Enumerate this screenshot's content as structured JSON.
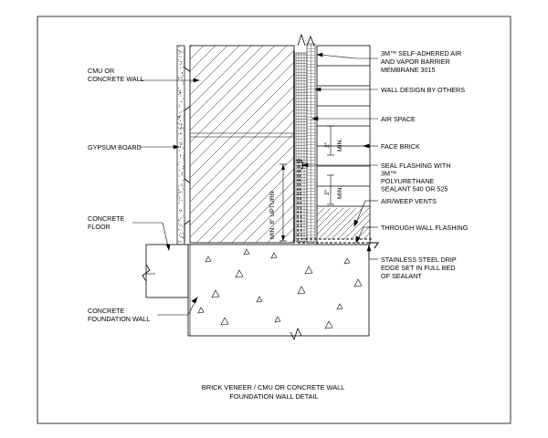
{
  "left_labels": {
    "cmu_wall": [
      "CMU OR",
      "CONCRETE WALL"
    ],
    "gypsum": "GYPSUM BOARD",
    "concrete_floor": [
      "CONCRETE",
      "FLOOR"
    ],
    "foundation": [
      "CONCRETE",
      "FOUNDATION WALL"
    ]
  },
  "right_labels": {
    "membrane": [
      "3M™ SELF-ADHERED AIR",
      "AND VAPOR BARRIER",
      "MEMBRANE 3015"
    ],
    "wall_design": "WALL DESIGN BY OTHERS",
    "air_space": "AIR SPACE",
    "face_brick": "FACE BRICK",
    "seal_flashing": [
      "SEAL FLASHING WITH",
      "3M™",
      "POLYURETHANE",
      "SEALANT 540 OR 525"
    ],
    "weep_vents": "AIR/WEEP VENTS",
    "through_wall": "THROUGH WALL FLASHING",
    "drip_edge": [
      "STAINLESS STEEL DRIP",
      "EDGE SET IN FULL BED",
      "OF SEALANT"
    ]
  },
  "dimensions": {
    "upturn": "MIN. 8\" UPTURN",
    "upper_two_inch": "2\"",
    "upper_min": "MIN.",
    "lower_two_inch": "2\"",
    "lower_min": "MIN."
  },
  "title": [
    "BRICK VENEER / CMU OR CONCRETE WALL",
    "FOUNDATION WALL DETAIL"
  ]
}
